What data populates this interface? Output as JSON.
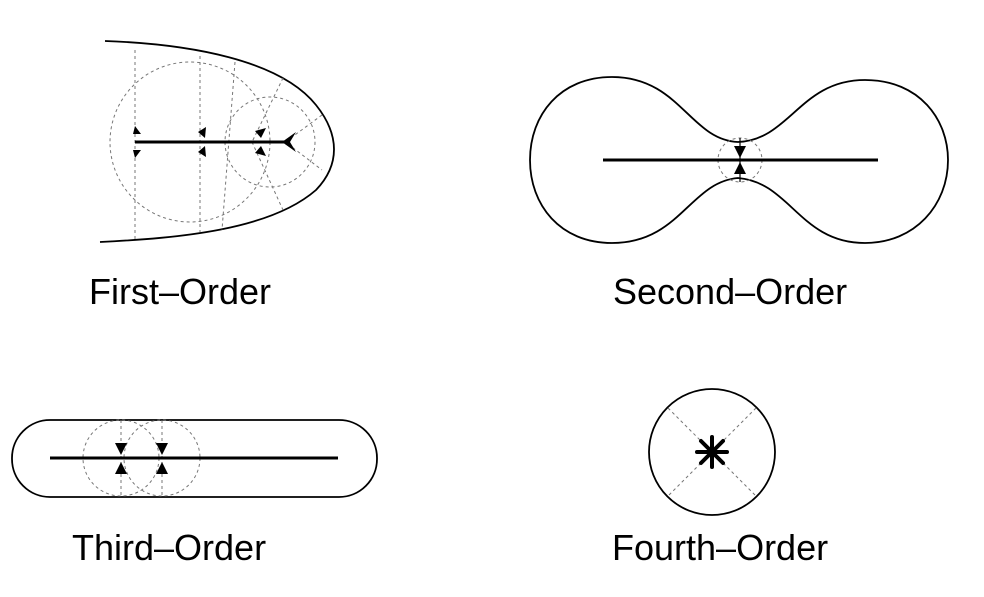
{
  "panels": [
    {
      "caption": "First–Order"
    },
    {
      "caption": "Second–Order"
    },
    {
      "caption": "Third–Order"
    },
    {
      "caption": "Fourth–Order"
    }
  ]
}
